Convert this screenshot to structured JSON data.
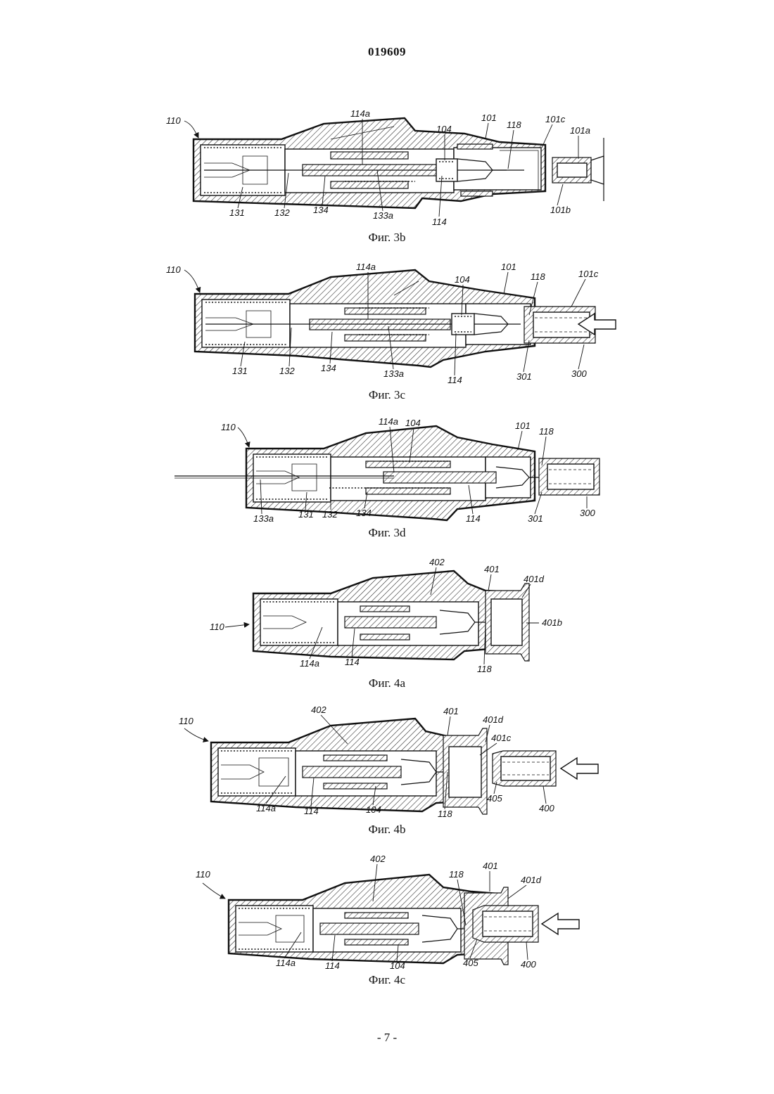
{
  "header": {
    "document_number": "019609"
  },
  "footer": {
    "page_number": "- 7 -"
  },
  "figures": [
    {
      "caption": "Фиг. 3b",
      "labels": [
        "110",
        "114a",
        "101",
        "104",
        "118",
        "101c",
        "101a",
        "131",
        "132",
        "134",
        "133a",
        "114",
        "101b"
      ]
    },
    {
      "caption": "Фиг. 3c",
      "labels": [
        "110",
        "114a",
        "101",
        "104",
        "118",
        "101c",
        "131",
        "132",
        "134",
        "133a",
        "114",
        "301",
        "300"
      ]
    },
    {
      "caption": "Фиг. 3d",
      "labels": [
        "110",
        "114a",
        "104",
        "101",
        "118",
        "133a",
        "131",
        "132",
        "134",
        "114",
        "301",
        "300"
      ]
    },
    {
      "caption": "Фиг. 4a",
      "labels": [
        "402",
        "401",
        "401d",
        "110",
        "401b",
        "114a",
        "114",
        "118"
      ]
    },
    {
      "caption": "Фиг. 4b",
      "labels": [
        "110",
        "402",
        "401",
        "401d",
        "401c",
        "114a",
        "114",
        "104",
        "118",
        "405",
        "400"
      ]
    },
    {
      "caption": "Фиг. 4c",
      "labels": [
        "110",
        "402",
        "118",
        "401",
        "401d",
        "114a",
        "114",
        "104",
        "405",
        "400"
      ]
    }
  ]
}
